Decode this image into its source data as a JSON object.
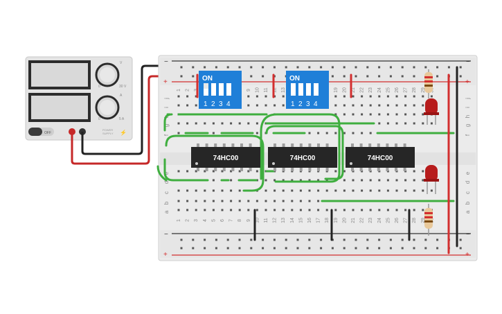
{
  "power_supply": {
    "voltage_unit": "V",
    "current_unit": "A",
    "voltage_max": "30 V",
    "current_max": "5 A",
    "voltage_min": "0",
    "current_min": "0",
    "off_label": "OFF",
    "brand_line1": "POWER",
    "brand_line2": "SUPPLY"
  },
  "breadboard": {
    "rail_plus": "+",
    "rail_minus": "−",
    "rows_top": [
      "j",
      "i",
      "h",
      "g",
      "f"
    ],
    "rows_bottom": [
      "e",
      "d",
      "c",
      "b",
      "a"
    ],
    "column_numbers": [
      "1",
      "2",
      "3",
      "4",
      "5",
      "6",
      "7",
      "8",
      "9",
      "10",
      "11",
      "12",
      "13",
      "14",
      "15",
      "16",
      "17",
      "18",
      "19",
      "20",
      "21",
      "22",
      "23",
      "24",
      "25",
      "26",
      "27",
      "28",
      "29",
      "30"
    ]
  },
  "dip_switches": [
    {
      "on_label": "ON",
      "numbers": [
        "1",
        "2",
        "3",
        "4"
      ]
    },
    {
      "on_label": "ON",
      "numbers": [
        "1",
        "2",
        "3",
        "4"
      ]
    }
  ],
  "chips": [
    {
      "label": "74HC00"
    },
    {
      "label": "74HC00"
    },
    {
      "label": "74HC00"
    }
  ],
  "colors": {
    "board": "#ebebeb",
    "rail_red": "#d32f2f",
    "wire_green": "#3fae3f",
    "wire_black": "#222222",
    "chip": "#262626",
    "dip_blue": "#1f7fd8",
    "led_red": "#b71c1c"
  }
}
